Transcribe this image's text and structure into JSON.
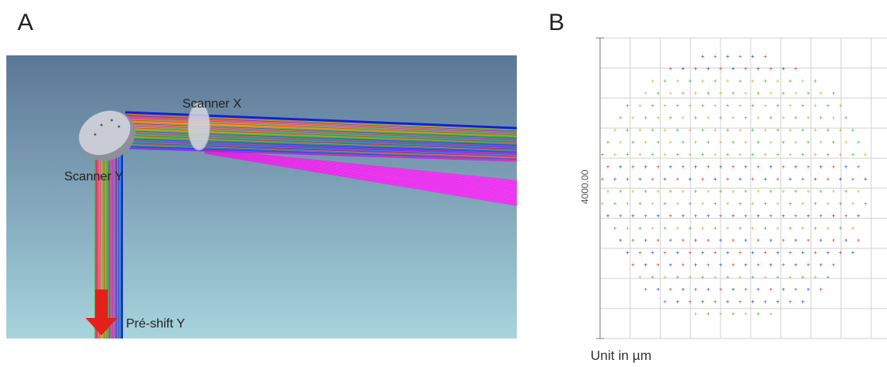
{
  "panel_a": {
    "letter": "A",
    "labels": {
      "scanner_x": "Scanner X",
      "scanner_y": "Scanner Y",
      "preshift_y": "Pré-shift Y"
    },
    "colors": {
      "sky_top": "#5b7796",
      "sky_bottom": "#a7d4dd",
      "arrow": "#e3201b",
      "mirror": "#c9ccd6",
      "beam_magenta": "#ff33ff"
    }
  },
  "panel_b": {
    "letter": "B",
    "axis_label": "4000.00",
    "unit_label": "Unit in µm",
    "dot_colors": [
      "#2040e0",
      "#30c030",
      "#e03030",
      "#d0b020"
    ]
  }
}
